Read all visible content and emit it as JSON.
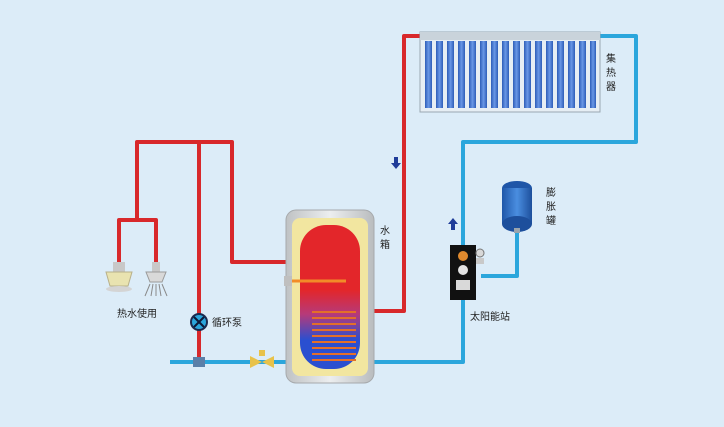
{
  "labels": {
    "collector": [
      "集",
      "热",
      "器"
    ],
    "tank": [
      "水",
      "箱"
    ],
    "expansion_tank": [
      "膨",
      "胀",
      "罐"
    ],
    "solar_station": "太阳能站",
    "pump": "循环泵",
    "hot_water_use": "热水使用"
  },
  "colors": {
    "background": "#dcecf8",
    "hot_pipe": "#d8282b",
    "cold_pipe": "#2ba6dc",
    "tank_shell": "#d7d9da",
    "tank_inner": "#f2e6a0",
    "tank_hot": "#e3262a",
    "tank_cold": "#2a4fd0",
    "expansion_tank": "#2f6fc4",
    "solar_station": "#111111",
    "collector_tube": "#3d6fc9",
    "arrow": "#1f3c99"
  }
}
